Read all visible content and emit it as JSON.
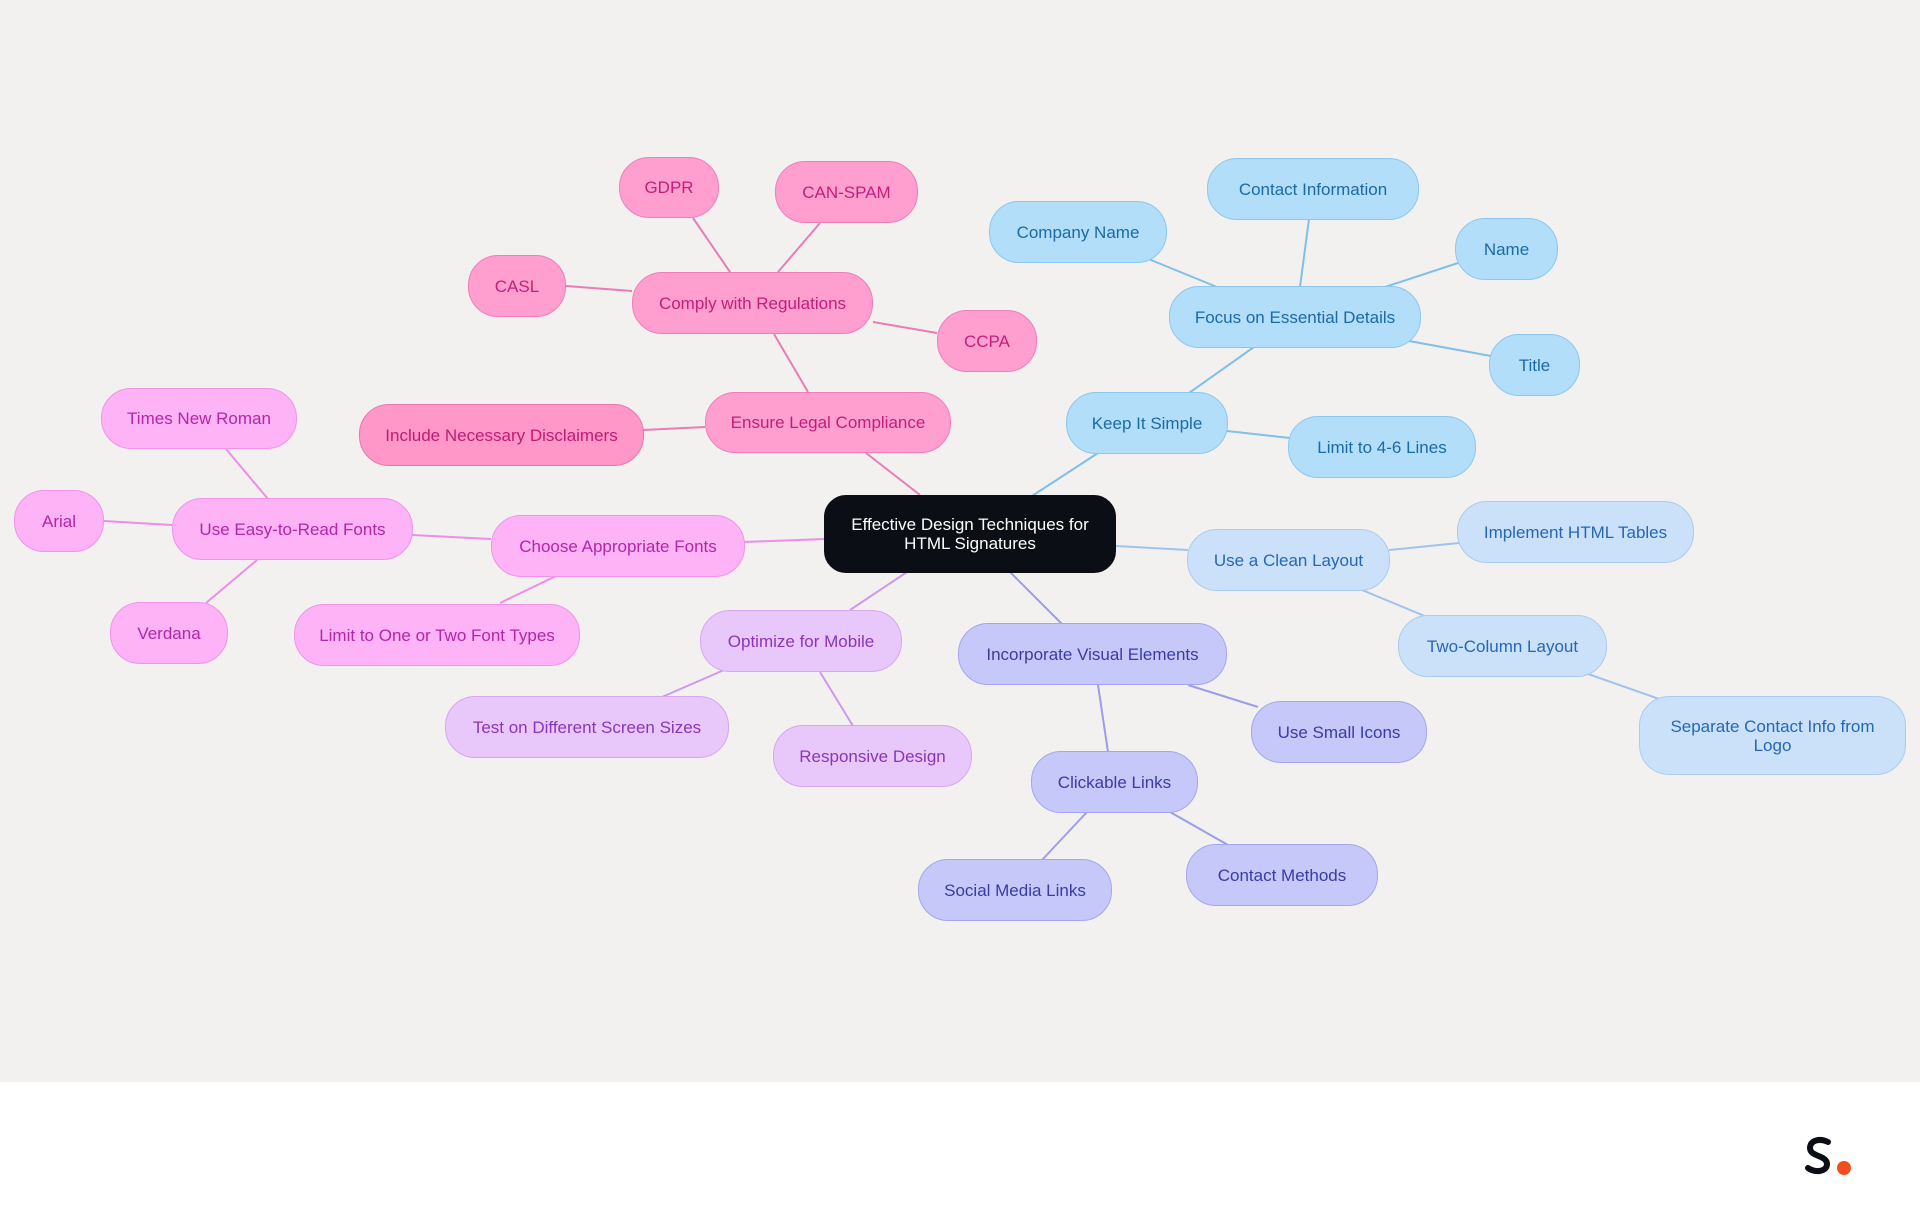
{
  "diagram": {
    "root": "Effective Design Techniques for HTML Signatures",
    "branches": {
      "legal": {
        "label": "Ensure Legal Compliance",
        "regulations": "Comply with Regulations",
        "gdpr": "GDPR",
        "canspam": "CAN-SPAM",
        "casl": "CASL",
        "ccpa": "CCPA",
        "disclaimers": "Include Necessary Disclaimers"
      },
      "fonts": {
        "label": "Choose Appropriate Fonts",
        "easy": "Use Easy-to-Read Fonts",
        "times": "Times New Roman",
        "arial": "Arial",
        "verdana": "Verdana",
        "limit": "Limit to One or Two Font Types"
      },
      "mobile": {
        "label": "Optimize for Mobile",
        "test": "Test on Different Screen Sizes",
        "responsive": "Responsive Design"
      },
      "visual": {
        "label": "Incorporate Visual Elements",
        "icons": "Use Small Icons",
        "links": "Clickable Links",
        "social": "Social Media Links",
        "contact": "Contact Methods"
      },
      "simple": {
        "label": "Keep It Simple",
        "essential": "Focus on Essential Details",
        "company": "Company Name",
        "contact_info": "Contact Information",
        "name": "Name",
        "title": "Title",
        "lines": "Limit to 4-6 Lines"
      },
      "layout": {
        "label": "Use a Clean Layout",
        "tables": "Implement HTML Tables",
        "two_col": "Two-Column Layout",
        "separate": "Separate Contact Info from Logo"
      }
    }
  },
  "colors": {
    "canvas": "#f3f1f0",
    "legal": "#ff9fd0",
    "fonts": "#fdb3f6",
    "mobile": "#e8c8fb",
    "visual": "#c6c8fa",
    "simple": "#b2def9",
    "layout": "#cbe1fa",
    "root": "#0b0e14",
    "logo_dot": "#f04e1e"
  }
}
